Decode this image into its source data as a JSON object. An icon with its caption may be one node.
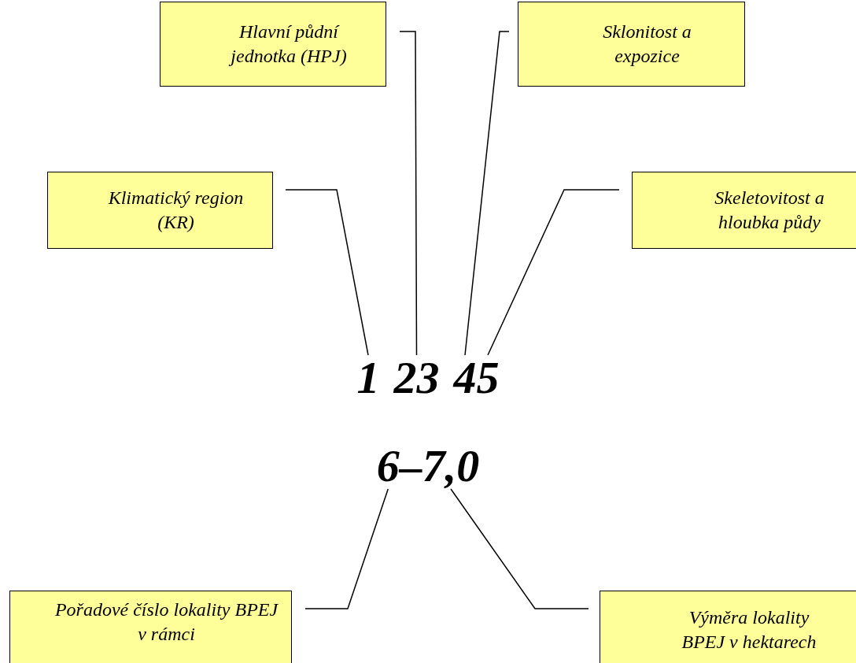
{
  "diagram": {
    "nodes": [
      {
        "text": [
          "Hlavní půdní jednotka (HPJ)"
        ]
      },
      {
        "text": [
          "Sklonitost a expozice"
        ]
      },
      {
        "text": [
          "Klimatický region (KR)"
        ]
      },
      {
        "text": [
          "Skeletovitost a hloubka půdy"
        ]
      },
      {
        "text": [
          "1"
        ]
      },
      {
        "text": [
          "23"
        ]
      },
      {
        "text": [
          "4"
        ]
      },
      {
        "text": [
          "5"
        ]
      },
      {
        "text": [
          "6"
        ]
      },
      {
        "text": [
          "7,0"
        ]
      },
      {
        "text": [
          "Pořadové číslo lokality BPEJ v rámci"
        ]
      },
      {
        "text": [
          "Výměra lokality BPEJ v hektarech"
        ]
      }
    ],
    "edges": [
      {
        "from": 2,
        "to": 4,
        "arrow": "none"
      },
      {
        "from": 0,
        "to": 5,
        "arrow": "none"
      },
      {
        "from": 1,
        "to": 6,
        "arrow": "none"
      },
      {
        "from": 3,
        "to": 7,
        "arrow": "none"
      },
      {
        "from": 10,
        "to": 8,
        "arrow": "none"
      },
      {
        "from": 11,
        "to": 9,
        "arrow": "none"
      }
    ],
    "labels": [
      "–"
    ]
  }
}
